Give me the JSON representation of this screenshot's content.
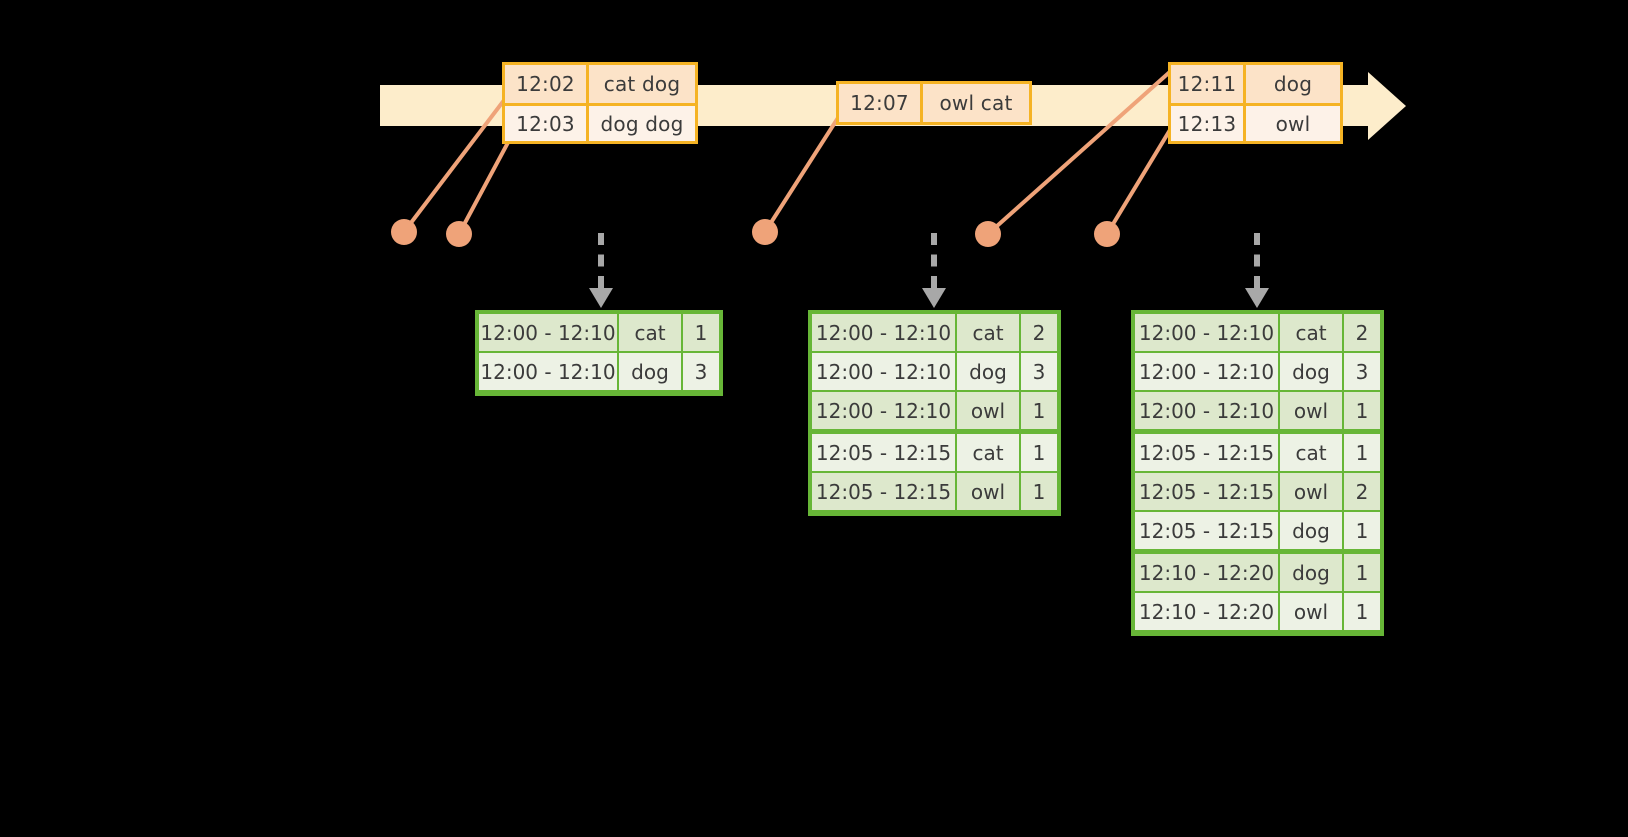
{
  "timeline": {
    "bar_color": "#FDEDCB",
    "arrow_direction": "right"
  },
  "events": [
    {
      "name": "event-box-1",
      "rows": [
        {
          "time": "12:02",
          "words": "cat dog"
        },
        {
          "time": "12:03",
          "words": "dog dog"
        }
      ]
    },
    {
      "name": "event-box-2",
      "rows": [
        {
          "time": "12:07",
          "words": "owl cat"
        }
      ]
    },
    {
      "name": "event-box-3",
      "rows": [
        {
          "time": "12:11",
          "words": "dog"
        },
        {
          "time": "12:13",
          "words": "owl"
        }
      ]
    }
  ],
  "tables": [
    {
      "name": "result-table-1",
      "rows": [
        {
          "window": "12:00 - 12:10",
          "word": "cat",
          "count": "1"
        },
        {
          "window": "12:00 - 12:10",
          "word": "dog",
          "count": "3"
        }
      ]
    },
    {
      "name": "result-table-2",
      "rows": [
        {
          "window": "12:00 - 12:10",
          "word": "cat",
          "count": "2"
        },
        {
          "window": "12:00 - 12:10",
          "word": "dog",
          "count": "3"
        },
        {
          "window": "12:00 - 12:10",
          "word": "owl",
          "count": "1"
        },
        {
          "window": "12:05 - 12:15",
          "word": "cat",
          "count": "1"
        },
        {
          "window": "12:05 - 12:15",
          "word": "owl",
          "count": "1"
        }
      ]
    },
    {
      "name": "result-table-3",
      "rows": [
        {
          "window": "12:00 - 12:10",
          "word": "cat",
          "count": "2"
        },
        {
          "window": "12:00 - 12:10",
          "word": "dog",
          "count": "3"
        },
        {
          "window": "12:00 - 12:10",
          "word": "owl",
          "count": "1"
        },
        {
          "window": "12:05 - 12:15",
          "word": "cat",
          "count": "1"
        },
        {
          "window": "12:05 - 12:15",
          "word": "owl",
          "count": "2"
        },
        {
          "window": "12:05 - 12:15",
          "word": "dog",
          "count": "1"
        },
        {
          "window": "12:10 - 12:20",
          "word": "dog",
          "count": "1"
        },
        {
          "window": "12:10 - 12:20",
          "word": "owl",
          "count": "1"
        }
      ]
    }
  ],
  "colors": {
    "timeline": "#FDEDCB",
    "event_border": "#F5B324",
    "event_fill_dark": "#FCE3C8",
    "event_fill_light": "#FDF2E8",
    "table_border": "#67B637",
    "table_fill_dark": "#DDE8CC",
    "table_fill_light": "#EDF2E5",
    "dot": "#EFA379",
    "arrow_gray": "#A8A8A8",
    "background": "#000000"
  }
}
